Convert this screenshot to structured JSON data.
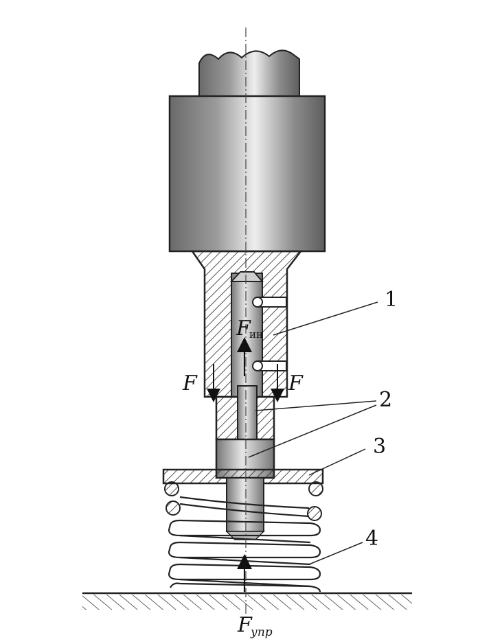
{
  "labels": {
    "part1": "1",
    "part2": "2",
    "part3": "3",
    "part4": "4",
    "force_left": "F",
    "force_right": "F",
    "inertia_force_symbol": "F",
    "inertia_force_sub": "ин",
    "elastic_force_symbol": "F",
    "elastic_force_sub": "упр"
  }
}
